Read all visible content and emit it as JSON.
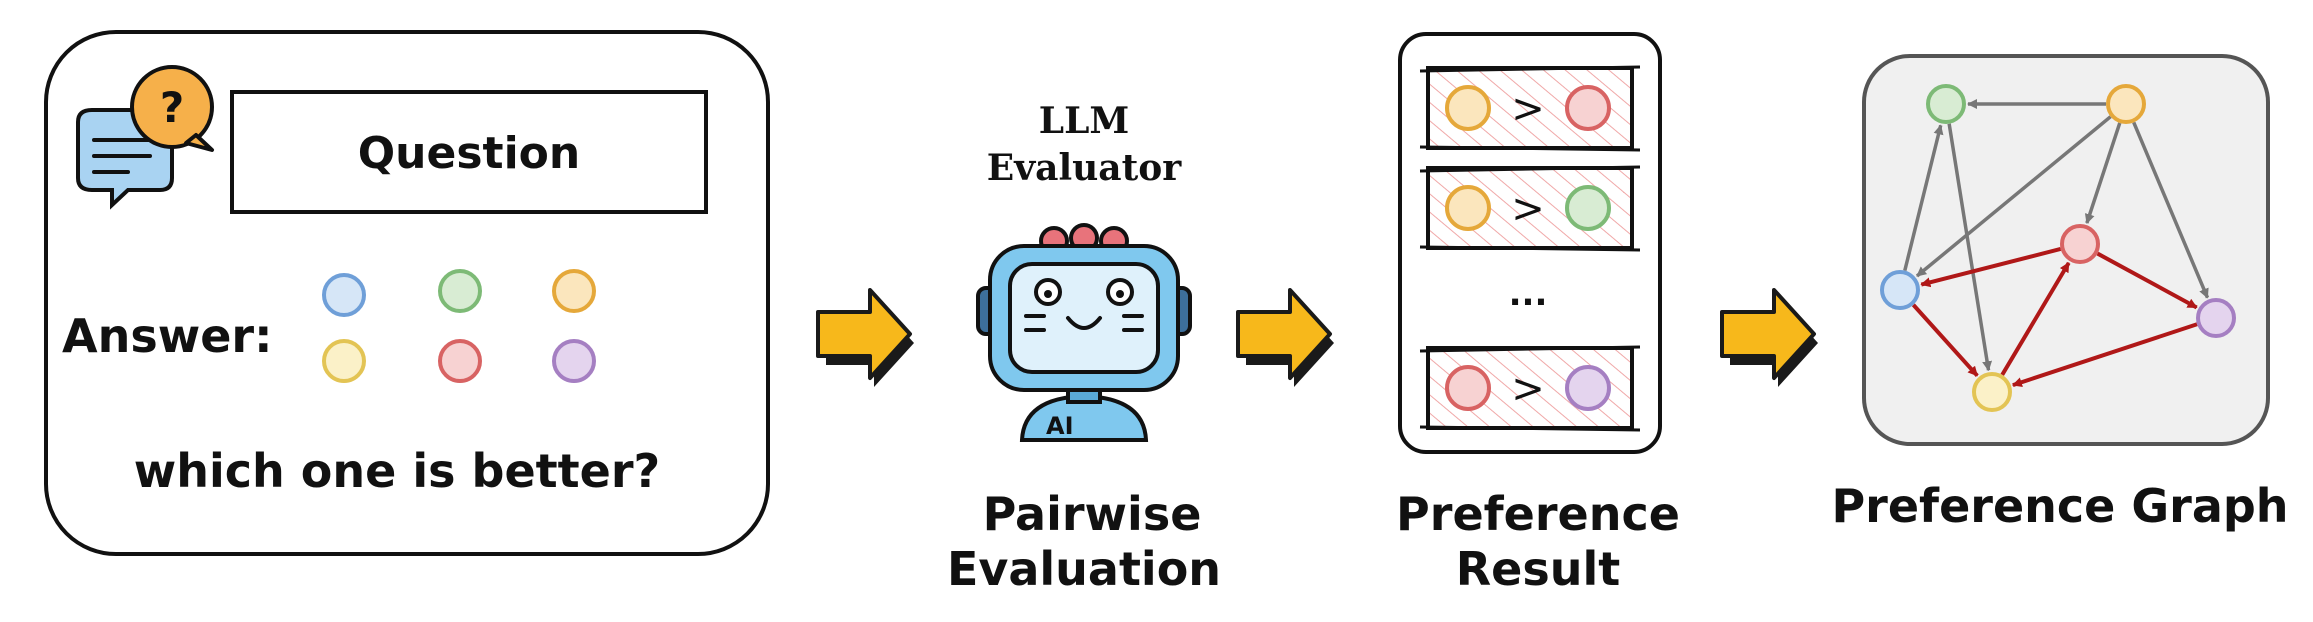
{
  "question_panel": {
    "question_label": "Question",
    "answer_label": "Answer:",
    "prompt": "which one is better?",
    "answers": [
      {
        "fill": "#d6e6f7",
        "stroke": "#6f9fd8"
      },
      {
        "fill": "#d8ecd3",
        "stroke": "#7dba76"
      },
      {
        "fill": "#fbe6bd",
        "stroke": "#e5a83a"
      },
      {
        "fill": "#fbf1c8",
        "stroke": "#e3c454"
      },
      {
        "fill": "#f7d2d2",
        "stroke": "#d86363"
      },
      {
        "fill": "#e4d4ee",
        "stroke": "#a57fc2"
      }
    ],
    "icon": "chat-question-icon"
  },
  "evaluator": {
    "title_line1": "LLM",
    "title_line2": "Evaluator",
    "badge": "AI",
    "caption_line1": "Pairwise",
    "caption_line2": "Evaluation",
    "icon": "robot-icon"
  },
  "results": {
    "comparison_symbol": ">",
    "ellipsis": "...",
    "caption_line1": "Preference",
    "caption_line2": "Result",
    "pairs": [
      {
        "left": "yellow",
        "right": "red"
      },
      {
        "left": "yellow",
        "right": "green"
      },
      {
        "left": "red",
        "right": "purple"
      }
    ]
  },
  "graph": {
    "caption": "Preference Graph",
    "nodes": [
      "green",
      "yellow",
      "red",
      "blue",
      "purple",
      "light-yellow"
    ],
    "edges": [
      {
        "from": "yellow",
        "to": "green",
        "color": "gray"
      },
      {
        "from": "yellow",
        "to": "red",
        "color": "gray"
      },
      {
        "from": "yellow",
        "to": "purple",
        "color": "gray"
      },
      {
        "from": "yellow",
        "to": "blue",
        "color": "gray"
      },
      {
        "from": "blue",
        "to": "green",
        "color": "gray"
      },
      {
        "from": "green",
        "to": "light-yellow",
        "color": "gray"
      },
      {
        "from": "red",
        "to": "blue",
        "color": "red"
      },
      {
        "from": "red",
        "to": "purple",
        "color": "red"
      },
      {
        "from": "blue",
        "to": "light-yellow",
        "color": "red"
      },
      {
        "from": "light-yellow",
        "to": "red",
        "color": "red"
      },
      {
        "from": "purple",
        "to": "light-yellow",
        "color": "red"
      }
    ]
  },
  "colors": {
    "arrow": "#f7b81b",
    "edge_gray": "#777777",
    "edge_red": "#b01818",
    "robot_body": "#7fc8ee",
    "robot_screen": "#dff1fb",
    "robot_antenna": "#e8737b",
    "graph_bg": "#f0f0f0"
  }
}
